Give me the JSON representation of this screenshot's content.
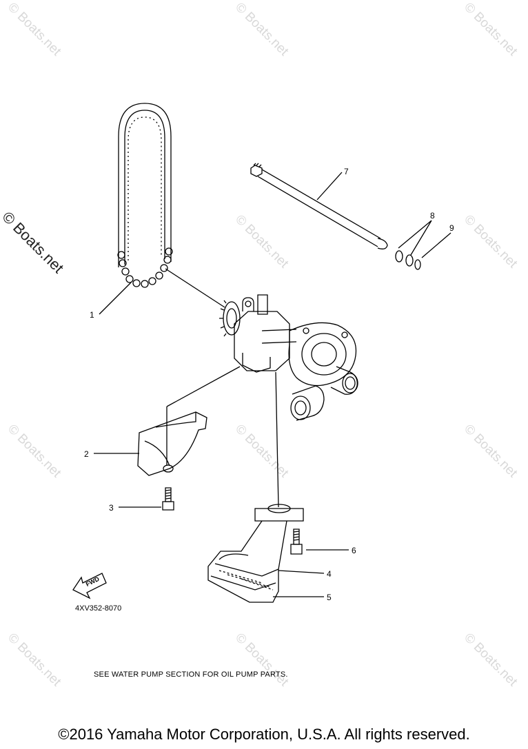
{
  "watermark": "© Boats.net",
  "callouts": [
    "1",
    "2",
    "3",
    "4",
    "5",
    "6",
    "7",
    "8",
    "9"
  ],
  "fwd_label": "FWD",
  "diagram_code": "4XV352-8070",
  "note": "SEE WATER PUMP SECTION FOR OIL PUMP PARTS.",
  "copyright": "©2016 Yamaha Motor Corporation, U.S.A. All rights reserved.",
  "colors": {
    "line": "#000000",
    "watermark": "#d9d9d9",
    "background": "#ffffff"
  }
}
